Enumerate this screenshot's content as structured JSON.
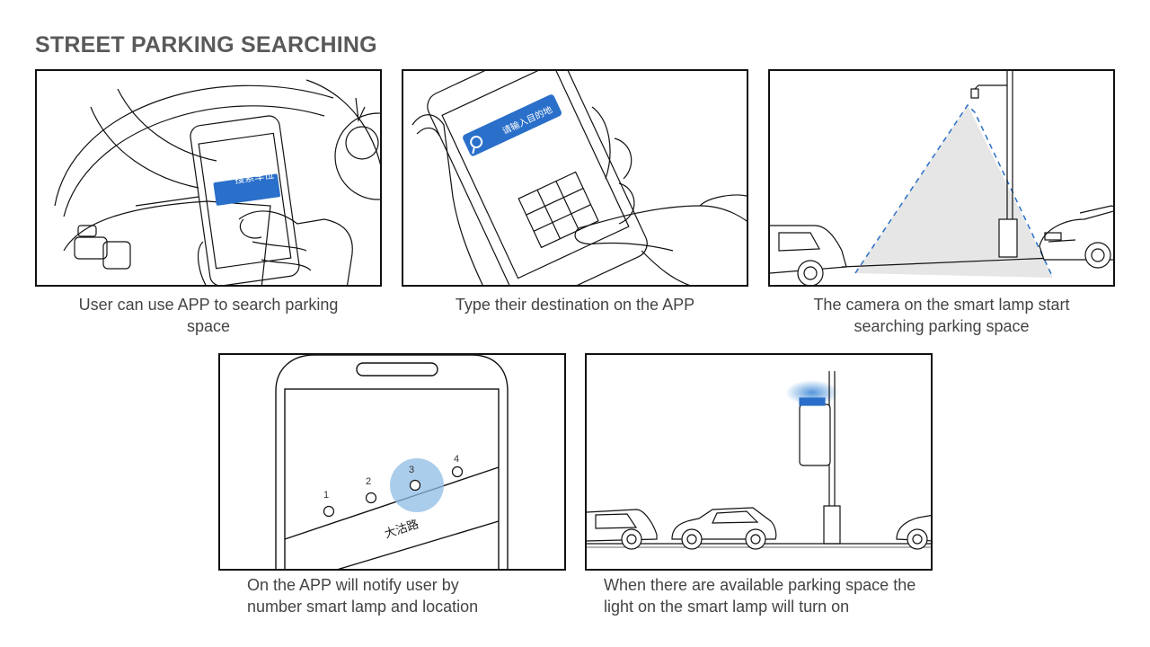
{
  "title": "STREET PARKING SEARCHING",
  "colors": {
    "accent": "#2a6fc9",
    "accent_light": "#4a90d9",
    "bubble": "#8fbce6",
    "shade": "#e6e6e6",
    "line": "#111111"
  },
  "panels": [
    {
      "id": "panel-1",
      "screen_button": "搜索车位",
      "caption": "User can use APP to search parking space"
    },
    {
      "id": "panel-2",
      "search_placeholder": "请输入目的地",
      "caption": "Type their destination on the APP"
    },
    {
      "id": "panel-3",
      "caption": "The camera on the smart lamp start searching parking space"
    },
    {
      "id": "panel-4",
      "road_name": "大沽路",
      "lamps": [
        "1",
        "2",
        "3",
        "4"
      ],
      "caption": "On the APP will notify user by number smart lamp and location"
    },
    {
      "id": "panel-5",
      "caption": "When there are available parking space the light on the smart lamp will turn on"
    }
  ]
}
